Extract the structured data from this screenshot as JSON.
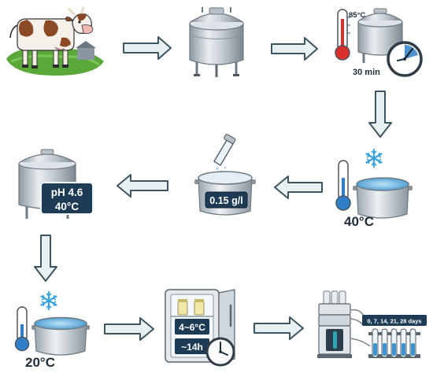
{
  "colors": {
    "arrow_fill": "#e8f0f2",
    "arrow_stroke": "#3d5560",
    "steel": "#c9d1d7",
    "steel_dark": "#7f8c95",
    "label_box": "#1d3b54",
    "thermo_red": "#d9302a",
    "thermo_blue": "#2f7fc8",
    "snow": "#3aa3dd",
    "grass": "#5aa83a",
    "water": "#4aa6dc"
  },
  "steps": [
    {
      "icon": "cow-icon"
    },
    {
      "icon": "milk-tank-icon"
    },
    {
      "icon": "pasteurization-tank-icon",
      "temperature": "85°C",
      "duration": "30 min"
    },
    {
      "icon": "cooling-pot-icon",
      "temperature": "40°C"
    },
    {
      "icon": "starter-pot-icon",
      "dose": "0.15 g/l"
    },
    {
      "icon": "fermentation-tank-icon",
      "ph": "pH 4.6",
      "temperature": "40°C"
    },
    {
      "icon": "cooled-pot-icon",
      "temperature": "20°C"
    },
    {
      "icon": "refrigerator-icon",
      "temperature": "4~6°C",
      "duration": "~14h"
    },
    {
      "icon": "hplc-analyzer-icon",
      "sampling_days": "0, 7, 14, 21, 28 days"
    }
  ]
}
